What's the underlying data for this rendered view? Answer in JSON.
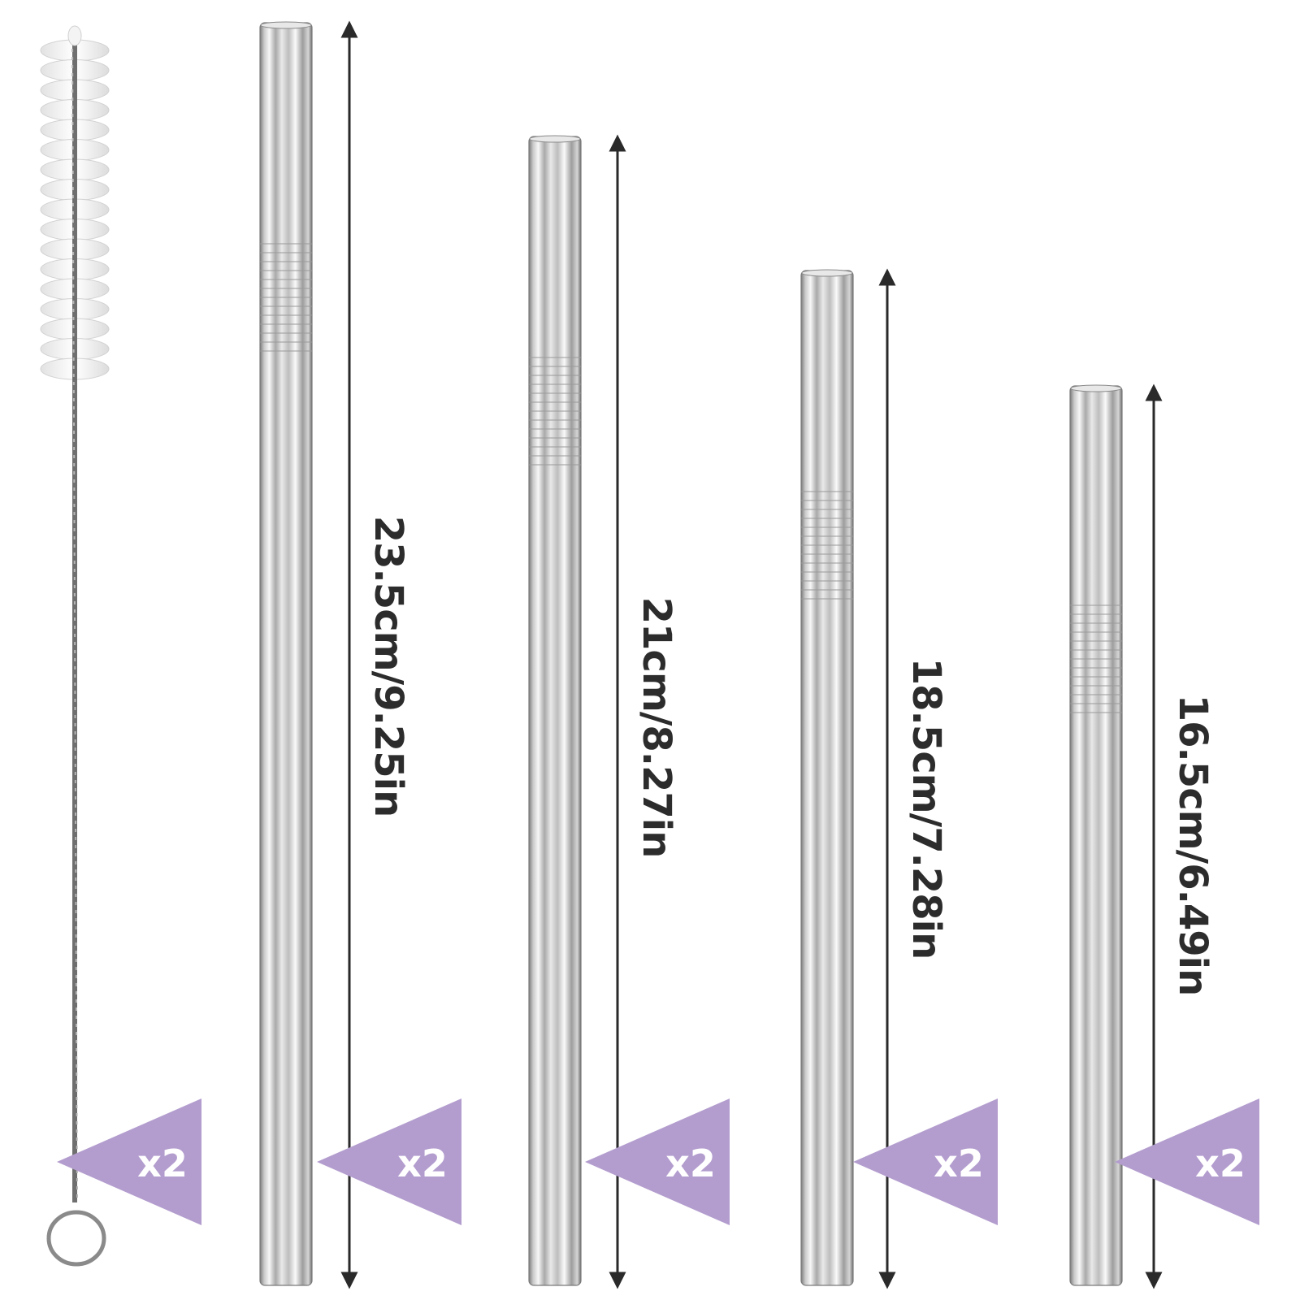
{
  "colors": {
    "badge": "#b39dce",
    "label": "#2c2c2c",
    "arrow": "#2a2a2a",
    "steel_dark": "#8a8a8a",
    "steel_light": "#f4f4f4",
    "bristle": "#f0f0f0"
  },
  "brush": {
    "icon": "cleaning-brush-icon",
    "quantity": "x2"
  },
  "straws": [
    {
      "length": "23.5cm/9.25in",
      "quantity": "x2"
    },
    {
      "length": "21cm/8.27in",
      "quantity": "x2"
    },
    {
      "length": "18.5cm/7.28in",
      "quantity": "x2"
    },
    {
      "length": "16.5cm/6.49in",
      "quantity": "x2"
    }
  ]
}
